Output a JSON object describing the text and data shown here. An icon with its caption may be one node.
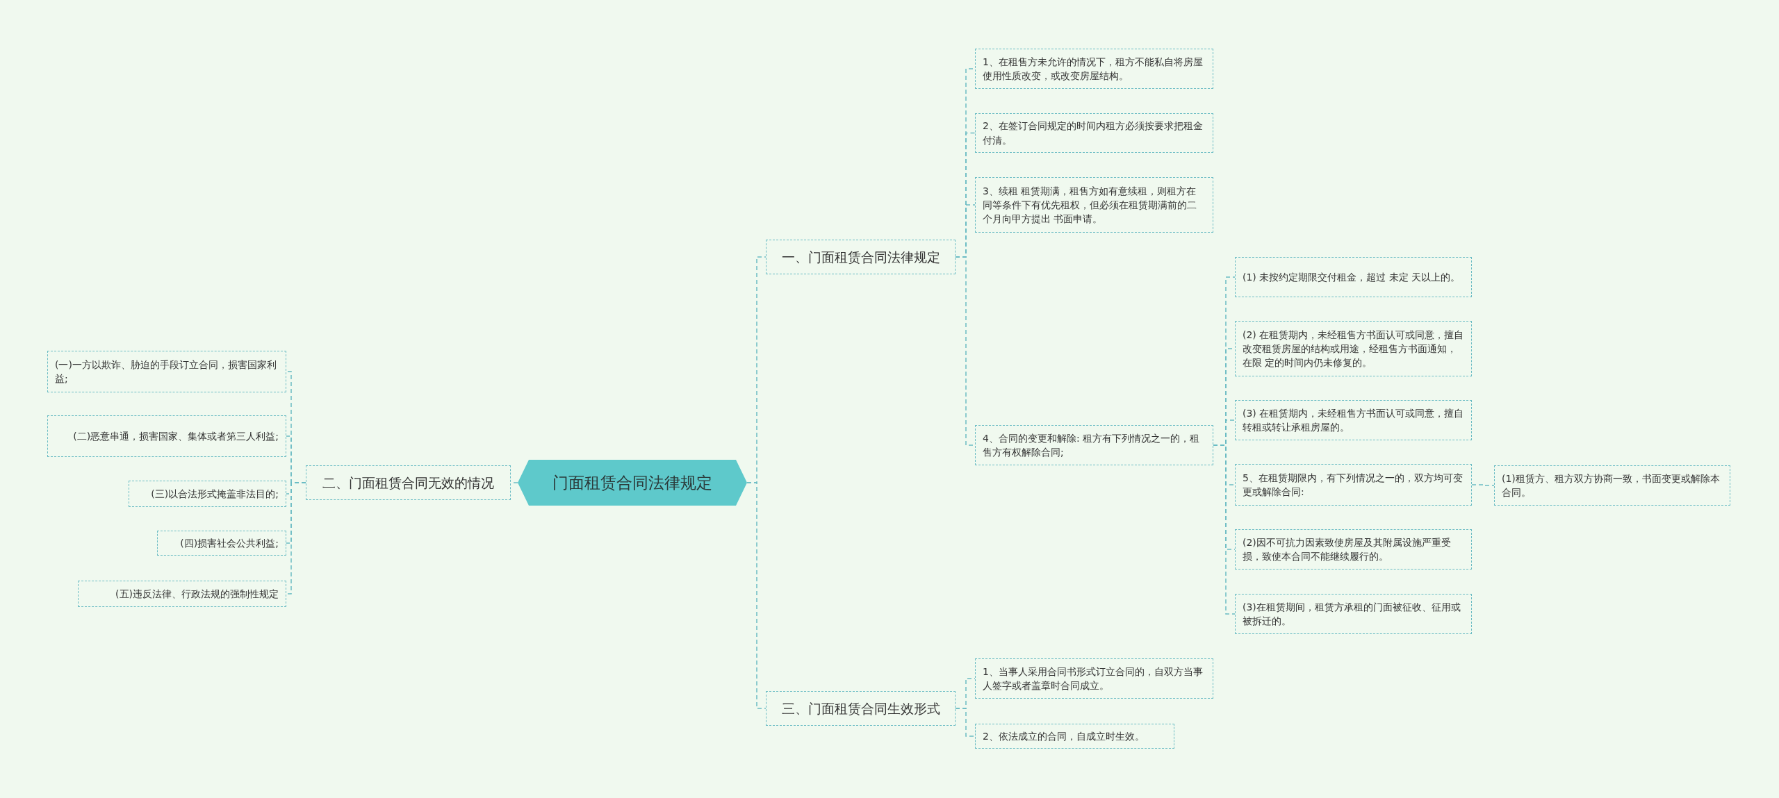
{
  "diagram": {
    "nodes": [
      {
        "text": [
          "门面租赁合同法律规定"
        ]
      },
      {
        "text": [
          "一、门面租赁合同法律规定"
        ]
      },
      {
        "text": [
          "1、在租售方未允许的情况下，租方不能私自将房屋使用性质改变，或改变房屋结构。"
        ]
      },
      {
        "text": [
          "2、在签订合同规定的时间内租方必须按要求把租金付清。"
        ]
      },
      {
        "text": [
          "3、续租 租赁期满，租售方如有意续租，则租方在同等条件下有优先租权，但必须在租赁期满前的二个月向甲方提出 书面申请。"
        ]
      },
      {
        "text": [
          "4、合同的变更和解除: 租方有下列情况之一的，租售方有权解除合同;"
        ]
      },
      {
        "text": [
          "(1) 未按约定期限交付租金，超过 未定 天以上的。"
        ]
      },
      {
        "text": [
          "(2) 在租赁期内，未经租售方书面认可或同意，擅自改变租赁房屋的结构或用途，经租售方书面通知，在限 定的时间内仍未修复的。"
        ]
      },
      {
        "text": [
          "(3) 在租赁期内，未经租售方书面认可或同意，擅自转租或转让承租房屋的。"
        ]
      },
      {
        "text": [
          "5、在租赁期限内，有下列情况之一的，双方均可变更或解除合同:"
        ]
      },
      {
        "text": [
          "(2)因不可抗力因素致使房屋及其附属设施严重受损，致使本合同不能继续履行的。"
        ]
      },
      {
        "text": [
          "(3)在租赁期间，租赁方承租的门面被征收、征用或被拆迁的。"
        ]
      },
      {
        "text": [
          "(1)租赁方、租方双方协商一致，书面变更或解除本合同。"
        ]
      },
      {
        "text": [
          "三、门面租赁合同生效形式"
        ]
      },
      {
        "text": [
          "1、当事人采用合同书形式订立合同的，自双方当事人签字或者盖章时合同成立。"
        ]
      },
      {
        "text": [
          "2、依法成立的合同，自成立时生效。"
        ]
      },
      {
        "text": [
          "二、门面租赁合同无效的情况"
        ]
      },
      {
        "text": [
          "(一)一方以欺诈、胁迫的手段订立合同，损害国家利益;"
        ]
      },
      {
        "text": [
          "(二)恶意串通，损害国家、集体或者第三人利益;"
        ]
      },
      {
        "text": [
          "(三)以合法形式掩盖非法目的;"
        ]
      },
      {
        "text": [
          "(四)损害社会公共利益;"
        ]
      },
      {
        "text": [
          "(五)违反法律、行政法规的强制性规定"
        ]
      }
    ],
    "edges": [
      {
        "from": 0,
        "to": 1,
        "arrow": "none",
        "style": "dashed"
      },
      {
        "from": 1,
        "to": 2,
        "arrow": "none",
        "style": "dashed"
      },
      {
        "from": 1,
        "to": 3,
        "arrow": "none",
        "style": "dashed"
      },
      {
        "from": 1,
        "to": 4,
        "arrow": "none",
        "style": "dashed"
      },
      {
        "from": 1,
        "to": 5,
        "arrow": "none",
        "style": "dashed"
      },
      {
        "from": 5,
        "to": 6,
        "arrow": "none",
        "style": "dashed"
      },
      {
        "from": 5,
        "to": 7,
        "arrow": "none",
        "style": "dashed"
      },
      {
        "from": 5,
        "to": 8,
        "arrow": "none",
        "style": "dashed"
      },
      {
        "from": 5,
        "to": 9,
        "arrow": "none",
        "style": "dashed"
      },
      {
        "from": 5,
        "to": 10,
        "arrow": "none",
        "style": "dashed"
      },
      {
        "from": 5,
        "to": 11,
        "arrow": "none",
        "style": "dashed"
      },
      {
        "from": 9,
        "to": 12,
        "arrow": "none",
        "style": "dashed"
      },
      {
        "from": 0,
        "to": 13,
        "arrow": "none",
        "style": "dashed"
      },
      {
        "from": 13,
        "to": 14,
        "arrow": "none",
        "style": "dashed"
      },
      {
        "from": 13,
        "to": 15,
        "arrow": "none",
        "style": "dashed"
      },
      {
        "from": 0,
        "to": 16,
        "arrow": "none",
        "style": "dashed"
      },
      {
        "from": 16,
        "to": 17,
        "arrow": "none",
        "style": "dashed"
      },
      {
        "from": 16,
        "to": 18,
        "arrow": "none",
        "style": "dashed"
      },
      {
        "from": 16,
        "to": 19,
        "arrow": "none",
        "style": "dashed"
      },
      {
        "from": 16,
        "to": 20,
        "arrow": "none",
        "style": "dashed"
      },
      {
        "from": 16,
        "to": 21,
        "arrow": "none",
        "style": "dashed"
      }
    ]
  }
}
